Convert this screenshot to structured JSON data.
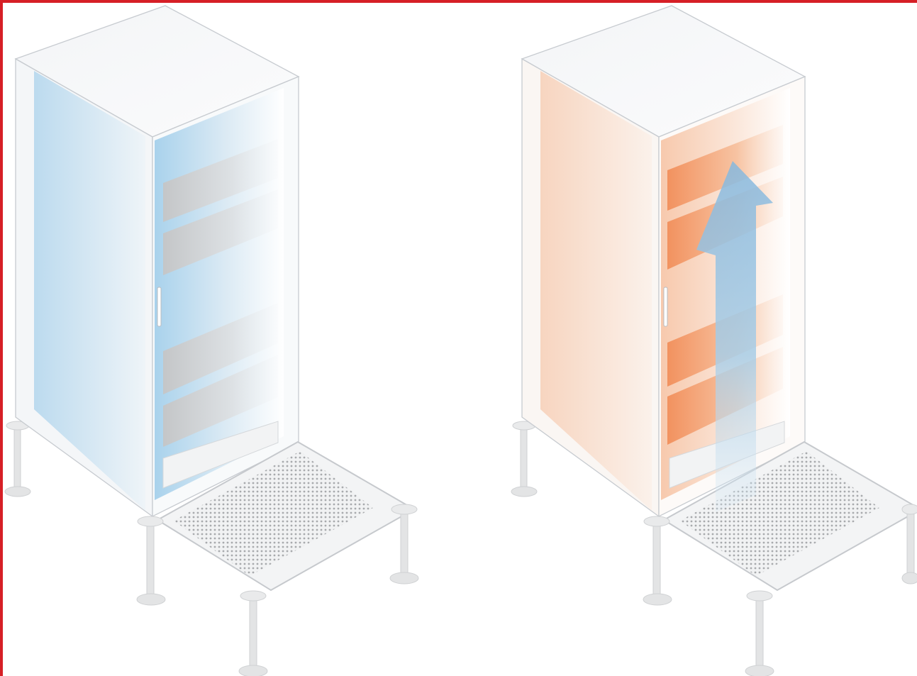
{
  "colors": {
    "frame_border": "#d61f26",
    "cold_tint": "#bfdcee",
    "hot_tint": "#f6b08a",
    "server_gray": "#c9c9c9",
    "server_hot": "#f49767",
    "airflow_arrow": "#8fbfe0",
    "edge": "#c7cbd0",
    "pedestal": "#d9dadb"
  },
  "cabinets": [
    {
      "id": "cold",
      "state": "cooled",
      "tint": "cold",
      "server_count": 4,
      "airflow_arrow": false
    },
    {
      "id": "hot",
      "state": "heated",
      "tint": "hot",
      "server_count": 4,
      "airflow_arrow": true,
      "airflow_direction": "up"
    }
  ],
  "floor_tile": {
    "type": "perforated raised-floor tile",
    "per_cabinet": 1
  },
  "icons": {
    "airflow": "arrow-up-icon",
    "door_handle": "handle-icon"
  }
}
